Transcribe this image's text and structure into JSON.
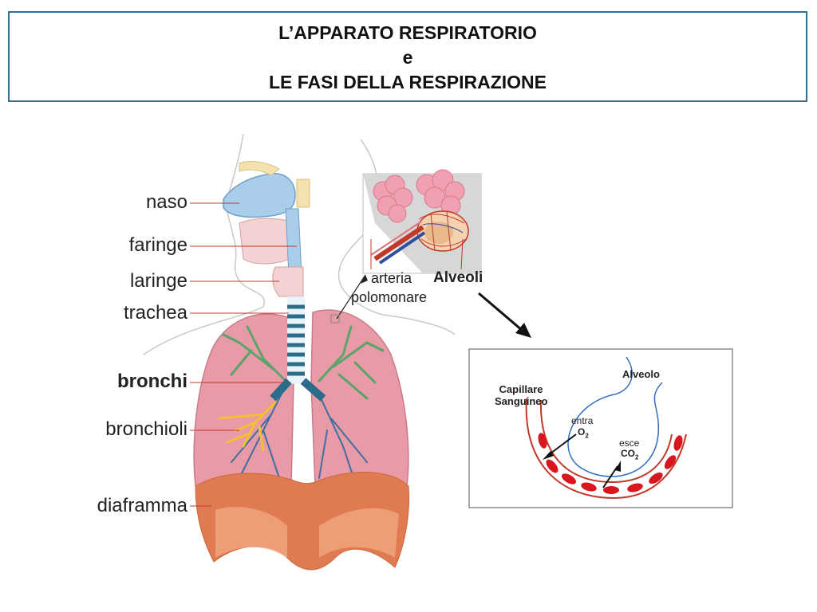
{
  "title": {
    "line1": "L’APPARATO RESPIRATORIO",
    "line2": "e",
    "line3": "LE FASI DELLA RESPIRAZIONE"
  },
  "labels": {
    "naso": "naso",
    "faringe": "faringe",
    "laringe": "laringe",
    "trachea": "trachea",
    "bronchi": "bronchi",
    "bronchioli": "bronchioli",
    "diaframma": "diaframma"
  },
  "inset": {
    "arteria_line1": "arteria",
    "arteria_line2": "polomonare",
    "alveoli": "Alveoli"
  },
  "detail": {
    "alveolo": "Alveolo",
    "capillare_line1": "Capillare",
    "capillare_line2": "Sanguineo",
    "entra": "entra",
    "o2": "O",
    "o2_sub": "2",
    "esce": "esce",
    "co2": "CO",
    "co2_sub": "2"
  },
  "colors": {
    "title_border": "#2e6f94",
    "lung": "#e89aa6",
    "diaphragm": "#e07a50",
    "trachea": "#2d6b8a",
    "bronchial_green": "#5aa36a",
    "bronchiole_yellow": "#f2c030",
    "leader_line": "#c0392b",
    "nasal_blue": "#a9cdea",
    "red_cell": "#d8161e",
    "alveolo_line": "#2f6fbf"
  }
}
